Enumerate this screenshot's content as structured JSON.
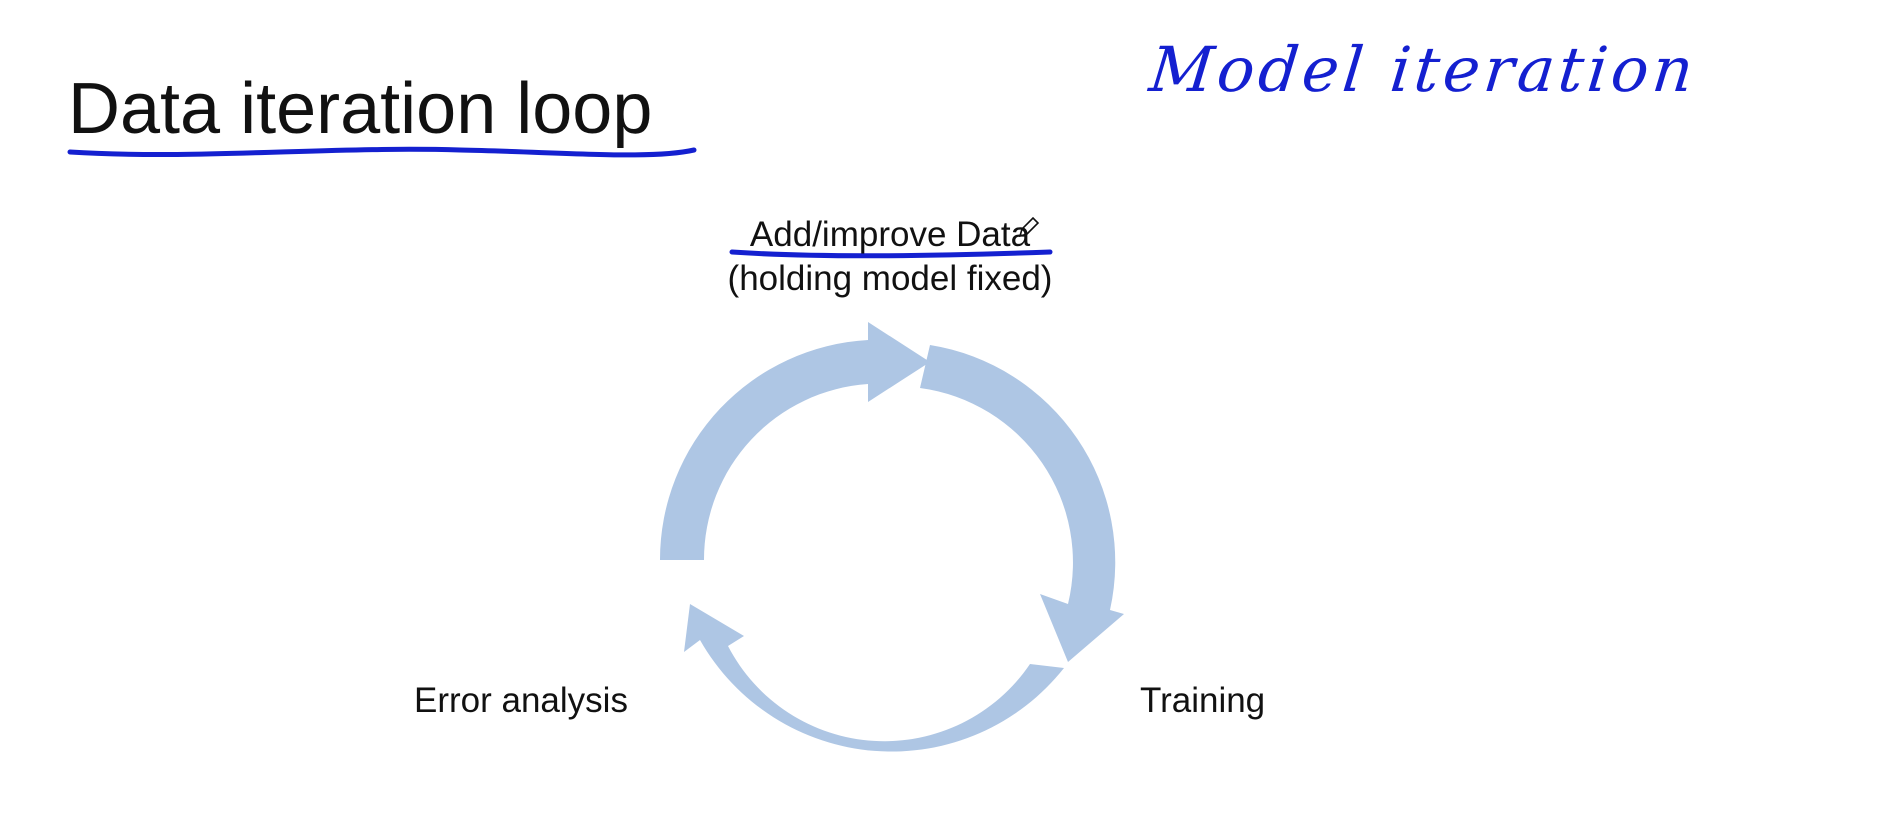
{
  "slide": {
    "title": "Data iteration loop",
    "annotation": "Model iteration",
    "colors": {
      "ink": "#1420d0",
      "arrow": "#aec6e4",
      "text": "#111111"
    }
  },
  "cycle": {
    "top_label": "Add/improve Data",
    "top_sublabel": "(holding model fixed)",
    "right_label": "Training",
    "left_label": "Error analysis"
  },
  "icons": {
    "cursor": "pencil-icon"
  }
}
